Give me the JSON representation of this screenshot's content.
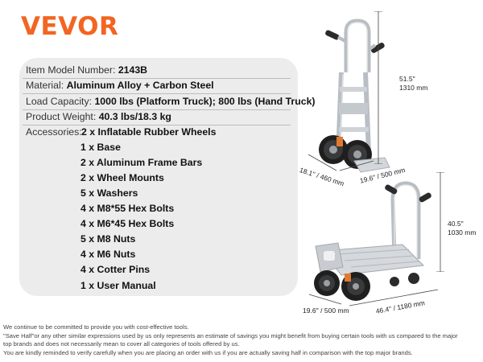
{
  "brand": {
    "name": "VEVOR",
    "color": "#f26522"
  },
  "specs": [
    {
      "label": "Item Model Number:",
      "value": "2143B"
    },
    {
      "label": "Material:",
      "value": "Aluminum Alloy + Carbon Steel"
    },
    {
      "label": "Load Capacity:",
      "value": "1000 lbs (Platform Truck); 800 lbs (Hand Truck)"
    },
    {
      "label": "Product Weight:",
      "value": "40.3 lbs/18.3 kg"
    }
  ],
  "accessories": {
    "label": "Accessories:",
    "items": [
      "2 x Inflatable Rubber Wheels",
      "1 x Base",
      "2 x Aluminum Frame Bars",
      "2 x Wheel Mounts",
      "5 x Washers",
      "4 x M8*55 Hex Bolts",
      "4 x M6*45 Hex Bolts",
      "5 x M8 Nuts",
      "4 x M6 Nuts",
      "4 x Cotter Pins",
      "1 x User Manual"
    ]
  },
  "dimensions": {
    "hand_truck": {
      "height": "51.5''",
      "height_mm": "1310 mm",
      "depth": "18.1'' / 460 mm",
      "width": "19.6'' / 500 mm"
    },
    "platform_truck": {
      "height": "40.5''",
      "height_mm": "1030 mm",
      "width": "19.6'' / 500 mm",
      "length": "46.4'' / 1180 mm"
    }
  },
  "footer": [
    "We continue to be committed to provide you with cost-effective tools.",
    "\"Save Half\"or any other similar expressions used by us only represents an estimate of savings you might benefit from buying certain tools with us compared to the major",
    "top brands and does not necessarily mean to cover all categories of tools offered by us.",
    "You are kindly reminded to verify carefully when you are placing an order with us if you are actually saving half in comparison with the top major brands."
  ]
}
